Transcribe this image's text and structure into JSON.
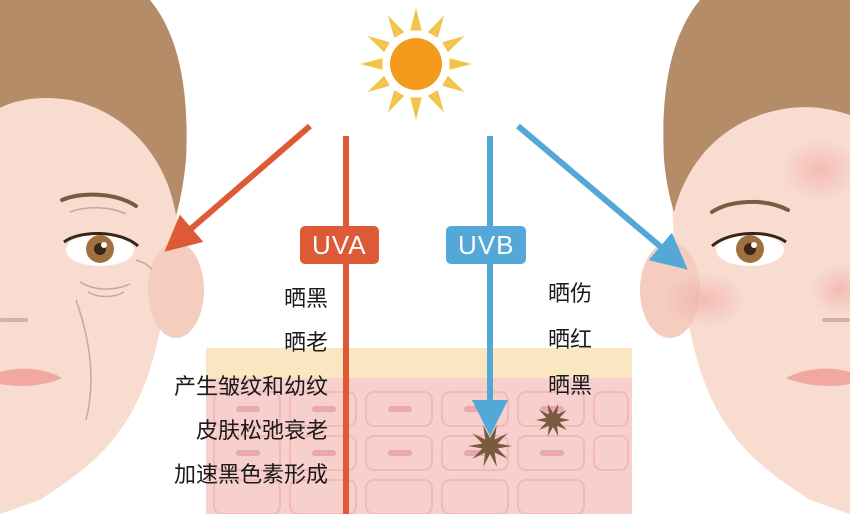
{
  "uva": {
    "label": "UVA",
    "color": "#de5a36",
    "effects": [
      "晒黑",
      "晒老",
      "产生皱纹和幼纹",
      "皮肤松弛衰老",
      "加速黑色素形成"
    ]
  },
  "uvb": {
    "label": "UVB",
    "color": "#53a8d8",
    "effects": [
      "晒伤",
      "晒红",
      "晒黑"
    ]
  },
  "icons": {
    "sun": "sun-icon",
    "left_face": "aged-face-illustration",
    "right_face": "sunburned-face-illustration",
    "skin": "skin-layers-illustration",
    "damage": "melanin-burst-icon"
  },
  "colors": {
    "sun": "#f59a1b",
    "sun_rays": "#f4c24d",
    "skin_tone": "#f8dcd0",
    "hair": "#b48d68",
    "skin_layer_top": "#fbe6c2",
    "skin_layer_lower": "#f7cfcc",
    "damage": "#7a5a3e"
  }
}
